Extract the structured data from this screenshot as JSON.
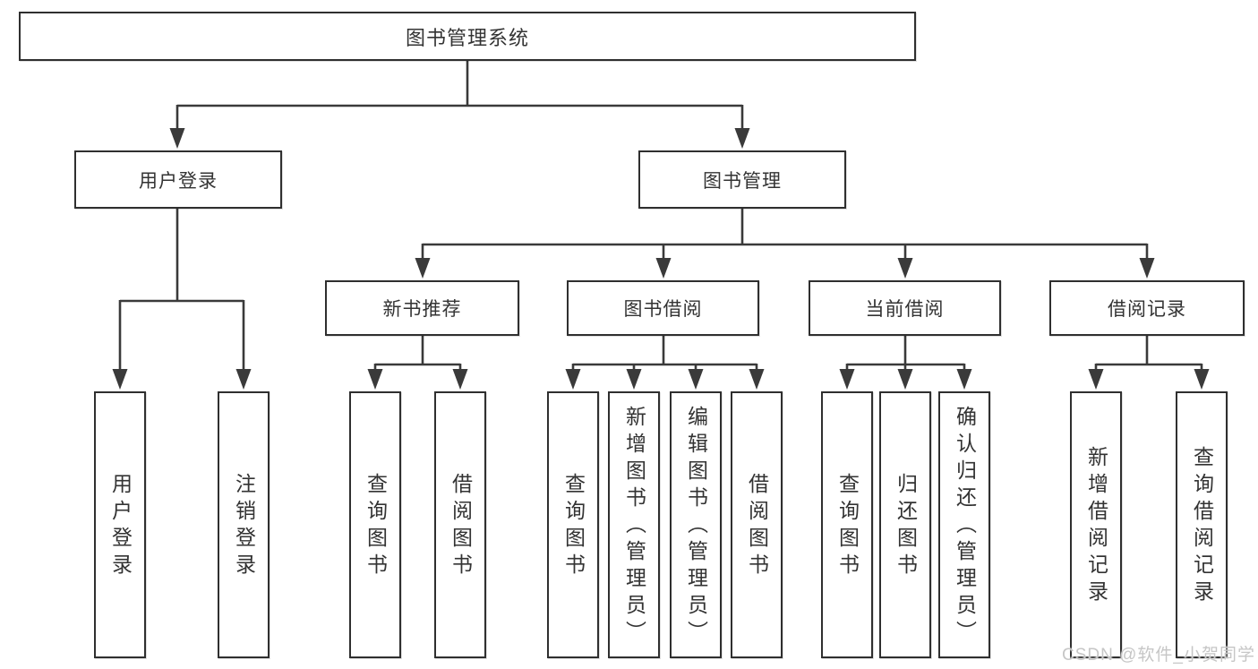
{
  "tree": {
    "root": {
      "label": "图书管理系统"
    },
    "level2": [
      {
        "label": "用户登录"
      },
      {
        "label": "图书管理"
      }
    ],
    "level3": [
      {
        "label": "新书推荐"
      },
      {
        "label": "图书借阅"
      },
      {
        "label": "当前借阅"
      },
      {
        "label": "借阅记录"
      }
    ],
    "leaves": [
      {
        "label": "用户登录"
      },
      {
        "label": "注销登录"
      },
      {
        "label": "查询图书"
      },
      {
        "label": "借阅图书"
      },
      {
        "label": "查询图书"
      },
      {
        "label": "新增图书（管理员）"
      },
      {
        "label": "编辑图书（管理员）"
      },
      {
        "label": "借阅图书"
      },
      {
        "label": "查询图书"
      },
      {
        "label": "归还图书"
      },
      {
        "label": "确认归还（管理员）"
      },
      {
        "label": "新增借阅记录"
      },
      {
        "label": "查询借阅记录"
      }
    ]
  },
  "watermark": {
    "text": "CSDN @软件_小贺同学"
  },
  "colors": {
    "line": "#3a3a3a",
    "box_border": "#2f2f2f",
    "box_fill": "#ffffff",
    "text": "#333333",
    "watermark": "#c6c6c6",
    "background": "#ffffff"
  }
}
